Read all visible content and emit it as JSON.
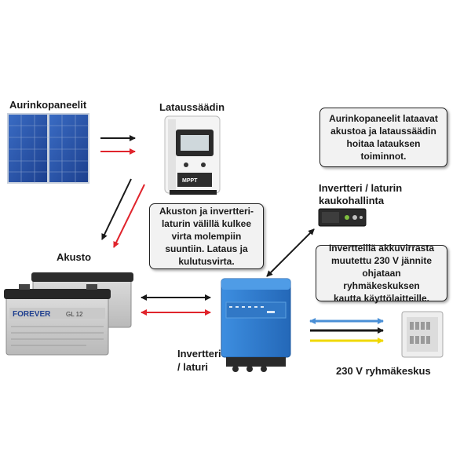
{
  "labels": {
    "solar": "Aurinkopaneelit",
    "controller": "Lataussäädin",
    "battery": "Akusto",
    "inverter_line1": "Invertteri",
    "inverter_line2": "/ laturi",
    "remote_line1": "Invertteri / laturin",
    "remote_line2": "kaukohallinta",
    "panel": "230 V ryhmäkeskus"
  },
  "callouts": {
    "top_right": [
      "Aurinkopaneelit lataavat",
      "akustoa ja lataussäädin",
      "hoitaa latauksen",
      "toiminnot."
    ],
    "middle": [
      "Akuston ja invertteri-",
      "laturin välillä kulkee",
      "virta molempiin",
      "suuntiin. Lataus ja",
      "kulutusvirta."
    ],
    "right": [
      "Invertteillä akkuvirrasta",
      "muutettu 230 V jännite",
      "ohjataan ryhmäkeskuksen",
      "kautta käyttölaitteille."
    ]
  },
  "device_text": {
    "battery_brand": "FOREVER",
    "battery_model": "GL 12",
    "controller_badge": "MPPT"
  },
  "colors": {
    "arrow_black": "#1a1a1a",
    "arrow_red": "#e0242c",
    "arrow_blue": "#4a8fd6",
    "arrow_yellow": "#f0d800",
    "inverter_blue": "#2f7fd0",
    "panel_blue": "#1f4fa8"
  }
}
